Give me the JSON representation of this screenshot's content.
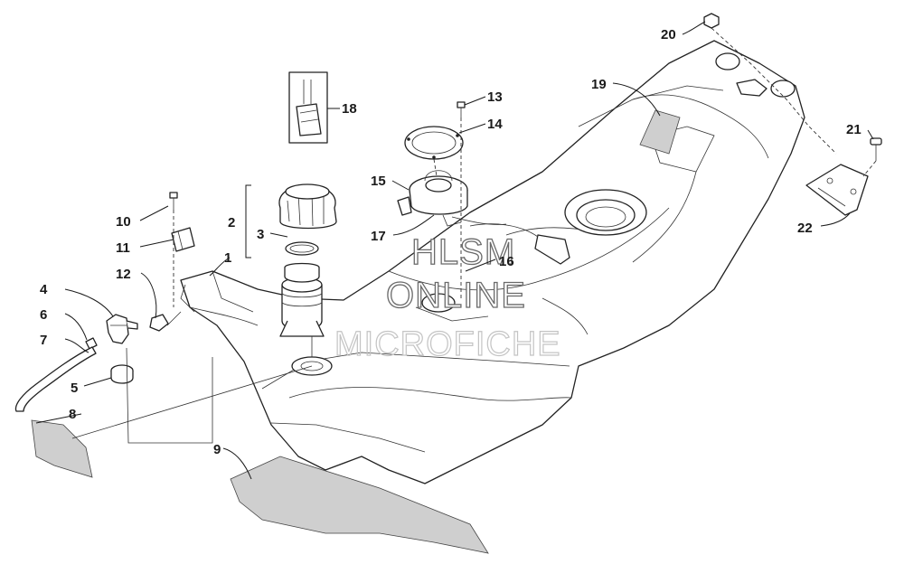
{
  "callouts": [
    {
      "id": "1",
      "label": "1"
    },
    {
      "id": "2",
      "label": "2"
    },
    {
      "id": "3",
      "label": "3"
    },
    {
      "id": "4",
      "label": "4"
    },
    {
      "id": "5",
      "label": "5"
    },
    {
      "id": "6",
      "label": "6"
    },
    {
      "id": "7",
      "label": "7"
    },
    {
      "id": "8",
      "label": "8"
    },
    {
      "id": "9",
      "label": "9"
    },
    {
      "id": "10",
      "label": "10"
    },
    {
      "id": "11",
      "label": "11"
    },
    {
      "id": "12",
      "label": "12"
    },
    {
      "id": "13",
      "label": "13"
    },
    {
      "id": "14",
      "label": "14"
    },
    {
      "id": "15",
      "label": "15"
    },
    {
      "id": "16",
      "label": "16"
    },
    {
      "id": "17",
      "label": "17"
    },
    {
      "id": "18",
      "label": "18"
    },
    {
      "id": "19",
      "label": "19"
    },
    {
      "id": "20",
      "label": "20"
    },
    {
      "id": "21",
      "label": "21"
    },
    {
      "id": "22",
      "label": "22"
    }
  ],
  "watermark": {
    "line1": "HLSM",
    "line2": "ONLINE",
    "line3": "MICROFICHE"
  }
}
